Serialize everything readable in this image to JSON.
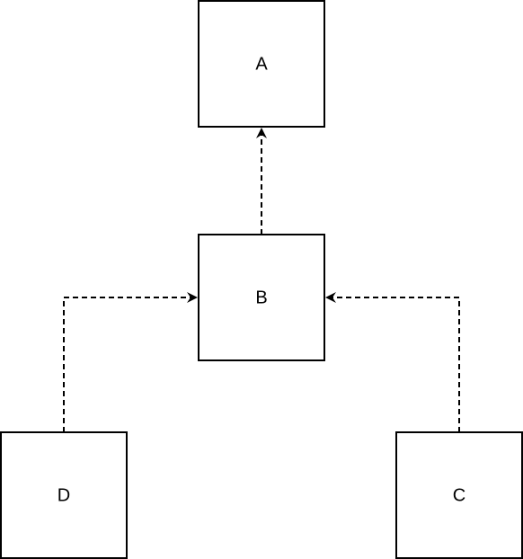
{
  "diagram": {
    "nodes": {
      "a": {
        "label": "A"
      },
      "b": {
        "label": "B"
      },
      "c": {
        "label": "C"
      },
      "d": {
        "label": "D"
      }
    },
    "edges": [
      {
        "from": "B",
        "to": "A",
        "style": "dashed"
      },
      {
        "from": "D",
        "to": "B",
        "style": "dashed"
      },
      {
        "from": "C",
        "to": "B",
        "style": "dashed"
      }
    ],
    "colors": {
      "stroke": "#000000",
      "fill": "#ffffff",
      "background": "#ffffff"
    }
  }
}
